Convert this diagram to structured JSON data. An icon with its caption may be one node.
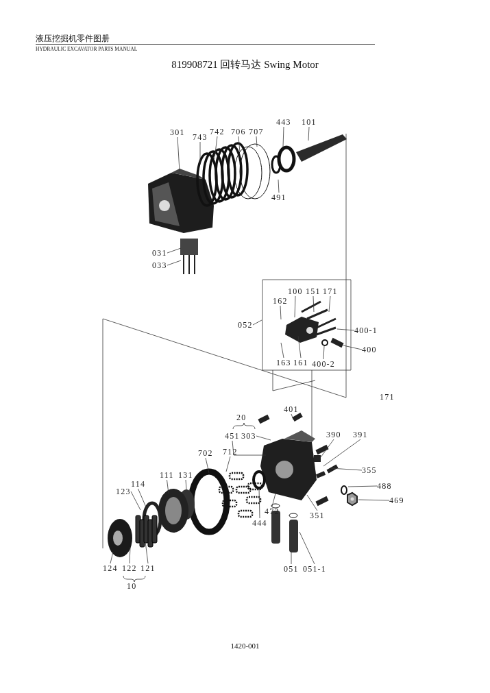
{
  "diagram": {
    "title": "819908721 回转马达 Swing Motor",
    "nodes": [
      {
        "text": [
          "301"
        ]
      },
      {
        "text": [
          "743"
        ]
      },
      {
        "text": [
          "742"
        ]
      },
      {
        "text": [
          "706"
        ]
      },
      {
        "text": [
          "707"
        ]
      },
      {
        "text": [
          "443"
        ]
      },
      {
        "text": [
          "101"
        ]
      },
      {
        "text": [
          "491"
        ]
      },
      {
        "text": [
          "031"
        ]
      },
      {
        "text": [
          "033"
        ]
      },
      {
        "text": [
          "100"
        ]
      },
      {
        "text": [
          "151"
        ]
      },
      {
        "text": [
          "171"
        ]
      },
      {
        "text": [
          "162"
        ]
      },
      {
        "text": [
          "052"
        ]
      },
      {
        "text": [
          "400-1"
        ]
      },
      {
        "text": [
          "400"
        ]
      },
      {
        "text": [
          "163"
        ]
      },
      {
        "text": [
          "161"
        ]
      },
      {
        "text": [
          "400-2"
        ]
      },
      {
        "text": [
          "401"
        ]
      },
      {
        "text": [
          "451"
        ]
      },
      {
        "text": [
          "303"
        ]
      },
      {
        "text": [
          "390"
        ]
      },
      {
        "text": [
          "391"
        ]
      },
      {
        "text": [
          "712"
        ]
      },
      {
        "text": [
          "702"
        ]
      },
      {
        "text": [
          "355"
        ]
      },
      {
        "text": [
          "111"
        ]
      },
      {
        "text": [
          "131"
        ]
      },
      {
        "text": [
          "114"
        ]
      },
      {
        "text": [
          "123"
        ]
      },
      {
        "text": [
          "488"
        ]
      },
      {
        "text": [
          "469"
        ]
      },
      {
        "text": [
          "472"
        ]
      },
      {
        "text": [
          "444"
        ]
      },
      {
        "text": [
          "351"
        ]
      },
      {
        "text": [
          "124"
        ]
      },
      {
        "text": [
          "122"
        ]
      },
      {
        "text": [
          "121"
        ]
      },
      {
        "text": [
          "051"
        ]
      },
      {
        "text": [
          "051-1"
        ]
      }
    ],
    "edges": [
      {
        "from": 0,
        "to": null,
        "arrow": "none"
      },
      {
        "from": 1,
        "to": null,
        "arrow": "none"
      },
      {
        "from": 2,
        "to": null,
        "arrow": "none"
      },
      {
        "from": 3,
        "to": null,
        "arrow": "none"
      },
      {
        "from": 4,
        "to": null,
        "arrow": "none"
      },
      {
        "from": 5,
        "to": null,
        "arrow": "none"
      },
      {
        "from": 6,
        "to": null,
        "arrow": "none"
      },
      {
        "from": 7,
        "to": null,
        "arrow": "none"
      },
      {
        "from": 8,
        "to": null,
        "arrow": "none"
      },
      {
        "from": 9,
        "to": null,
        "arrow": "none"
      },
      {
        "from": 10,
        "to": null,
        "arrow": "none"
      },
      {
        "from": 11,
        "to": null,
        "arrow": "none"
      },
      {
        "from": 12,
        "to": null,
        "arrow": "none"
      },
      {
        "from": 13,
        "to": null,
        "arrow": "none"
      },
      {
        "from": 14,
        "to": null,
        "arrow": "none"
      },
      {
        "from": 15,
        "to": null,
        "arrow": "none"
      },
      {
        "from": 16,
        "to": null,
        "arrow": "none"
      },
      {
        "from": 17,
        "to": null,
        "arrow": "none"
      },
      {
        "from": 18,
        "to": null,
        "arrow": "none"
      },
      {
        "from": 19,
        "to": null,
        "arrow": "none"
      },
      {
        "from": 20,
        "to": null,
        "arrow": "none"
      },
      {
        "from": 21,
        "to": null,
        "arrow": "none"
      },
      {
        "from": 22,
        "to": null,
        "arrow": "none"
      },
      {
        "from": 23,
        "to": null,
        "arrow": "none"
      },
      {
        "from": 24,
        "to": null,
        "arrow": "none"
      },
      {
        "from": 25,
        "to": null,
        "arrow": "none"
      },
      {
        "from": 26,
        "to": null,
        "arrow": "none"
      },
      {
        "from": 27,
        "to": null,
        "arrow": "none"
      },
      {
        "from": 28,
        "to": null,
        "arrow": "none"
      },
      {
        "from": 29,
        "to": null,
        "arrow": "none"
      },
      {
        "from": 30,
        "to": null,
        "arrow": "none"
      },
      {
        "from": 31,
        "to": null,
        "arrow": "none"
      },
      {
        "from": 32,
        "to": null,
        "arrow": "none"
      },
      {
        "from": 33,
        "to": null,
        "arrow": "none"
      },
      {
        "from": 34,
        "to": null,
        "arrow": "none"
      },
      {
        "from": 35,
        "to": null,
        "arrow": "none"
      },
      {
        "from": 36,
        "to": null,
        "arrow": "none"
      },
      {
        "from": 37,
        "to": null,
        "arrow": "none"
      },
      {
        "from": 38,
        "to": null,
        "arrow": "none"
      },
      {
        "from": 39,
        "to": null,
        "arrow": "none"
      },
      {
        "from": 40,
        "to": null,
        "arrow": "none"
      },
      {
        "from": 41,
        "to": null,
        "arrow": "none"
      }
    ],
    "labels": [
      "液压挖掘机零件图册",
      "HYDRAULIC EXCAVATOR PARTS MANUAL",
      "171",
      "20",
      "10",
      "1420-001"
    ]
  }
}
